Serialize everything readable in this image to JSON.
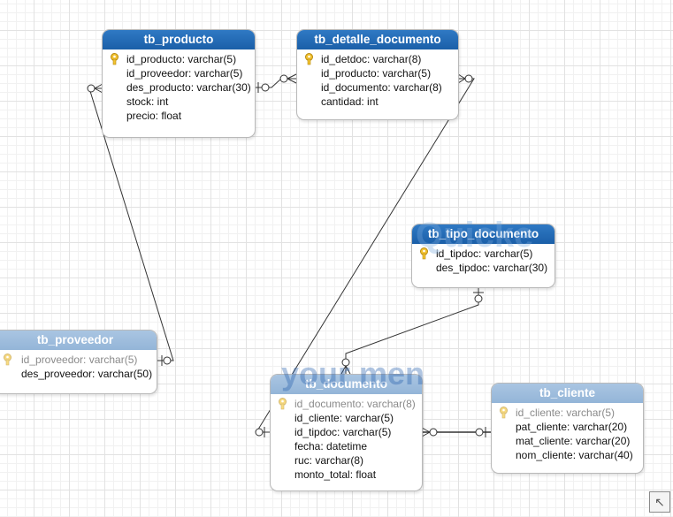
{
  "diagram": {
    "entities": [
      {
        "id": "tb_producto",
        "title": "tb_producto",
        "faded": false,
        "fields": [
          {
            "name": "id_producto: varchar(5)",
            "pk": true
          },
          {
            "name": "id_proveedor: varchar(5)",
            "pk": false
          },
          {
            "name": "des_producto: varchar(30)",
            "pk": false
          },
          {
            "name": "stock: int",
            "pk": false
          },
          {
            "name": "precio: float",
            "pk": false
          }
        ]
      },
      {
        "id": "tb_detalle_documento",
        "title": "tb_detalle_documento",
        "faded": false,
        "fields": [
          {
            "name": "id_detdoc: varchar(8)",
            "pk": true
          },
          {
            "name": "id_producto: varchar(5)",
            "pk": false
          },
          {
            "name": "id_documento: varchar(8)",
            "pk": false
          },
          {
            "name": "cantidad: int",
            "pk": false
          }
        ]
      },
      {
        "id": "tb_tipo_documento",
        "title": "tb_tipo_documento",
        "faded": false,
        "fields": [
          {
            "name": "id_tipdoc: varchar(5)",
            "pk": true
          },
          {
            "name": "des_tipdoc: varchar(30)",
            "pk": false
          }
        ]
      },
      {
        "id": "tb_proveedor",
        "title": "tb_proveedor",
        "faded": true,
        "fields": [
          {
            "name": "id_proveedor: varchar(5)",
            "pk": true
          },
          {
            "name": "des_proveedor: varchar(50)",
            "pk": false
          }
        ]
      },
      {
        "id": "tb_documento",
        "title": "tb_documento",
        "faded": true,
        "fields": [
          {
            "name": "id_documento: varchar(8)",
            "pk": true
          },
          {
            "name": "id_cliente: varchar(5)",
            "pk": false
          },
          {
            "name": "id_tipdoc: varchar(5)",
            "pk": false
          },
          {
            "name": "fecha: datetime",
            "pk": false
          },
          {
            "name": "ruc: varchar(8)",
            "pk": false
          },
          {
            "name": "monto_total: float",
            "pk": false
          }
        ]
      },
      {
        "id": "tb_cliente",
        "title": "tb_cliente",
        "faded": true,
        "fields": [
          {
            "name": "id_cliente: varchar(5)",
            "pk": true
          },
          {
            "name": "pat_cliente: varchar(20)",
            "pk": false
          },
          {
            "name": "mat_cliente: varchar(20)",
            "pk": false
          },
          {
            "name": "nom_cliente: varchar(40)",
            "pk": false
          }
        ]
      }
    ],
    "relationships": [
      {
        "from": "tb_proveedor",
        "to": "tb_producto",
        "from_card": "one",
        "to_card": "many"
      },
      {
        "from": "tb_producto",
        "to": "tb_detalle_documento",
        "from_card": "one",
        "to_card": "many"
      },
      {
        "from": "tb_documento",
        "to": "tb_detalle_documento",
        "from_card": "one",
        "to_card": "many"
      },
      {
        "from": "tb_tipo_documento",
        "to": "tb_documento",
        "from_card": "one",
        "to_card": "many"
      },
      {
        "from": "tb_cliente",
        "to": "tb_documento",
        "from_card": "one",
        "to_card": "many"
      }
    ],
    "watermark_texts": [
      "Quicke",
      "your men"
    ],
    "expand_icon": "arrow-up-left-icon",
    "colors": {
      "header": "#1b5fa8",
      "header_faded": "#94b5d8",
      "key": "#f2c230"
    }
  }
}
